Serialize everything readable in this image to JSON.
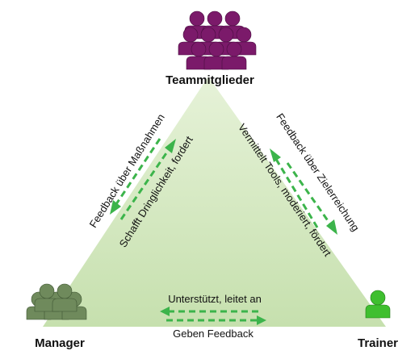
{
  "nodes": {
    "top": {
      "label": "Teammitglieder"
    },
    "left": {
      "label": "Manager"
    },
    "right": {
      "label": "Trainer"
    }
  },
  "edges": {
    "left_outer": "Feedback über Maßnahmen",
    "left_inner": "Schafft Dringlichkeit, fordert",
    "right_outer": "Feedback über Zielerreichung",
    "right_inner": "Vermittelt Tools, moderiert, fördert",
    "bottom_top": "Unterstützt, leitet an",
    "bottom_bottom": "Geben Feedback"
  },
  "colors": {
    "team": "#7b1a6a",
    "manager": "#6f8a5c",
    "trainer": "#3fbf2f",
    "triangle": "#cfe6b8",
    "arrow": "#3cb44b"
  }
}
